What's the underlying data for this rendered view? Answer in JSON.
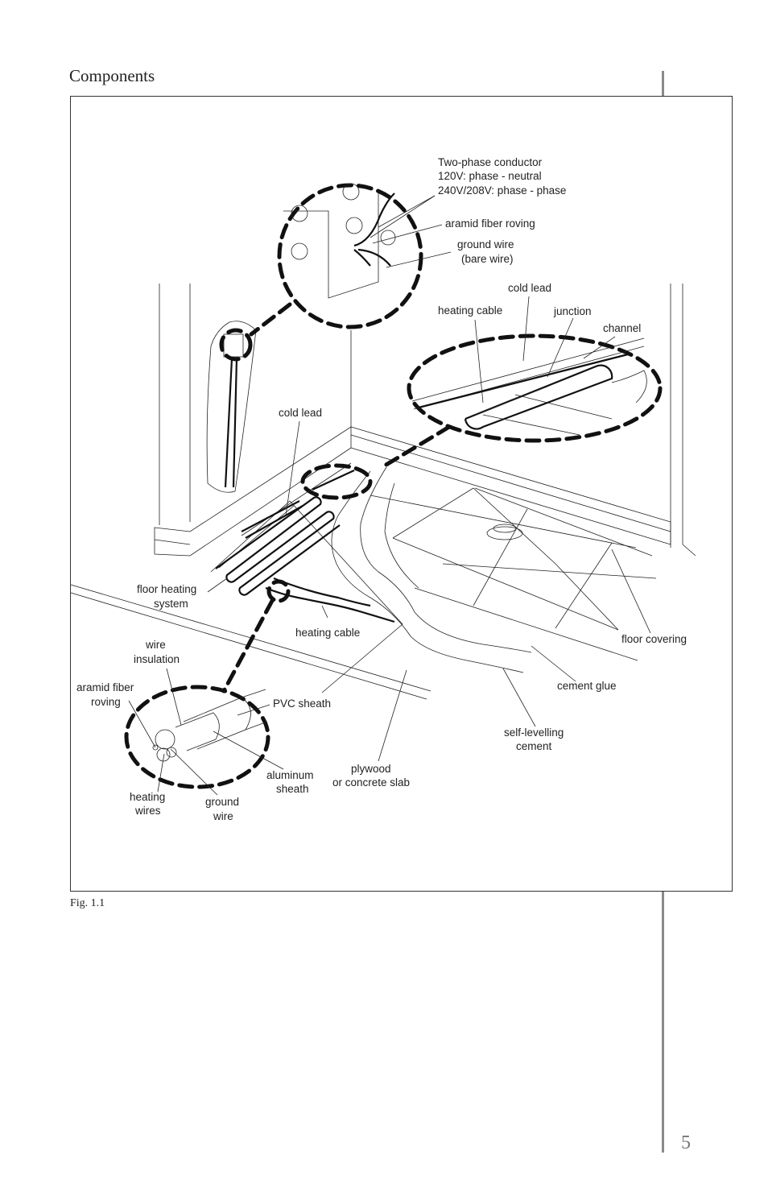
{
  "page": {
    "heading": "Components",
    "figure_caption": "Fig. 1.1",
    "page_number": "5"
  },
  "labels": {
    "two_phase": [
      "Two-phase conductor",
      "120V: phase - neutral",
      "240V/208V: phase - phase"
    ],
    "aramid_top": "aramid fiber roving",
    "ground_wire_top": [
      "ground wire",
      "(bare wire)"
    ],
    "cold_lead_top": "cold lead",
    "heating_cable_top": "heating cable",
    "junction": "junction",
    "channel": "channel",
    "cold_lead_left": "cold lead",
    "floor_heating_system": [
      "floor heating",
      "system"
    ],
    "heating_cable_mid": "heating cable",
    "floor_covering": "floor covering",
    "wire_insulation": [
      "wire",
      "insulation"
    ],
    "aramid_left": [
      "aramid fiber",
      "roving"
    ],
    "pvc_sheath": "PVC sheath",
    "cement_glue": "cement glue",
    "self_levelling": [
      "self-levelling",
      "cement"
    ],
    "aluminum_sheath": [
      "aluminum",
      "sheath"
    ],
    "plywood": [
      "plywood",
      "or concrete slab"
    ],
    "heating_wires": [
      "heating",
      "wires"
    ],
    "ground_wire_bottom": [
      "ground",
      "wire"
    ]
  }
}
